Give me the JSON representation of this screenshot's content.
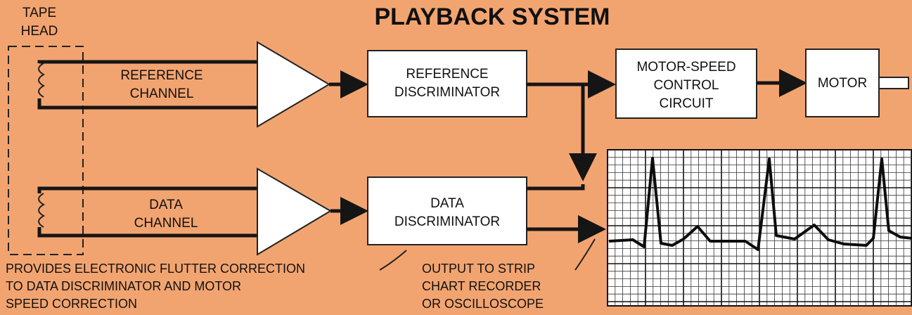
{
  "title": "PLAYBACK SYSTEM",
  "tape_head": {
    "line1": "TAPE",
    "line2": "HEAD"
  },
  "channels": {
    "reference": {
      "line1": "REFERENCE",
      "line2": "CHANNEL"
    },
    "data": {
      "line1": "DATA",
      "line2": "CHANNEL"
    }
  },
  "blocks": {
    "reference_discriminator": {
      "line1": "REFERENCE",
      "line2": "DISCRIMINATOR"
    },
    "data_discriminator": {
      "line1": "DATA",
      "line2": "DISCRIMINATOR"
    },
    "motor_speed_control": {
      "line1": "MOTOR-SPEED",
      "line2": "CONTROL",
      "line3": "CIRCUIT"
    },
    "motor": {
      "label": "MOTOR"
    }
  },
  "notes": {
    "flutter_correction": {
      "line1": "PROVIDES ELECTRONIC FLUTTER CORRECTION",
      "line2": "TO DATA DISCRIMINATOR AND MOTOR",
      "line3": "SPEED CORRECTION"
    },
    "output": {
      "line1": "OUTPUT TO STRIP",
      "line2": "CHART RECORDER",
      "line3": "OR OSCILLOSCOPE"
    }
  },
  "colors": {
    "background": "#f2a470",
    "ink": "#151515",
    "paper": "#ffffff"
  }
}
